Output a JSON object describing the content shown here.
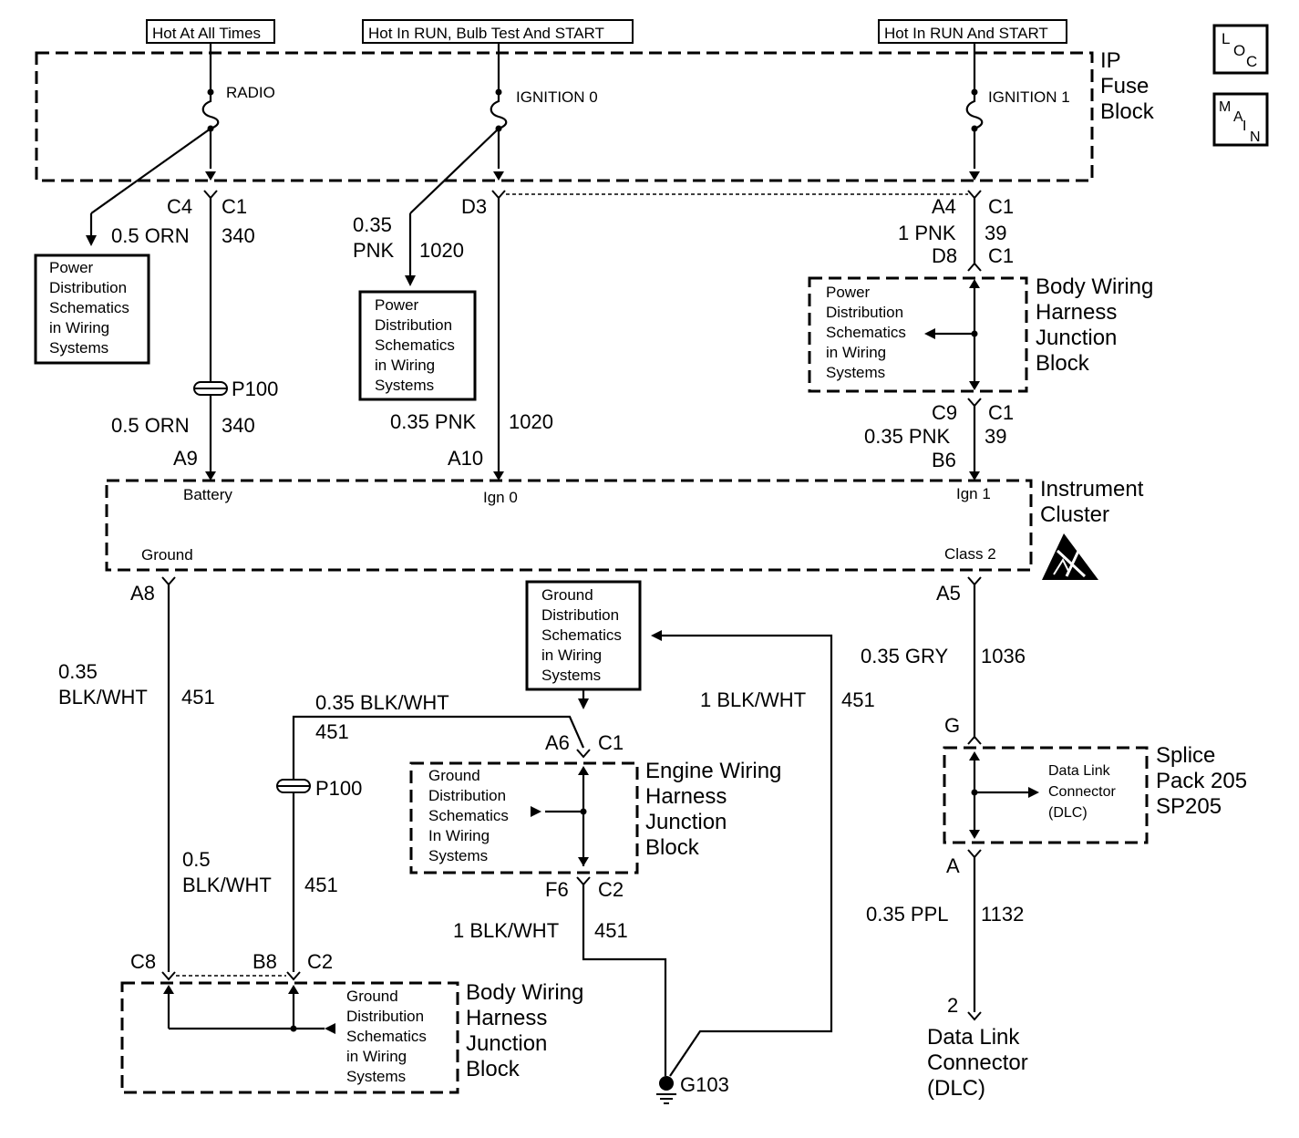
{
  "power_sources": {
    "hot_at_all_times": "Hot At All Times",
    "hot_run_bulb_start": "Hot In RUN, Bulb Test And START",
    "hot_run_start": "Hot In RUN And START"
  },
  "ip_fuse_block": {
    "title_line1": "IP",
    "title_line2": "Fuse",
    "title_line3": "Block",
    "fuse_radio": "RADIO",
    "fuse_ign0": "IGNITION 0",
    "fuse_ign1": "IGNITION 1"
  },
  "nav": {
    "loc": [
      "L",
      "O",
      "C"
    ],
    "main": [
      "M",
      "A",
      "I",
      "N"
    ]
  },
  "wires": {
    "c4": "C4",
    "c1_a": "C1",
    "w340_size": "0.5 ORN",
    "w340_num": "340",
    "d3": "D3",
    "w1020_size_a": "0.35",
    "w1020_size_b": "PNK",
    "w1020_num": "1020",
    "a4": "A4",
    "c1_b": "C1",
    "w39_size": "1 PNK",
    "w39_num": "39",
    "d8": "D8",
    "c1_c": "C1",
    "p100_a": "P100",
    "w340b_size": "0.5 ORN",
    "w340b_num": "340",
    "a9": "A9",
    "w1020b_size": "0.35 PNK",
    "w1020b_num": "1020",
    "a10": "A10",
    "c9": "C9",
    "c1_d": "C1",
    "w39b_size": "0.35 PNK",
    "w39b_num": "39",
    "b6": "B6",
    "a8": "A8",
    "w451a_size1": "0.35",
    "w451a_size2": "BLK/WHT",
    "w451a_num": "451",
    "w451b_size": "0.35 BLK/WHT",
    "w451b_num": "451",
    "a6": "A6",
    "c1_e": "C1",
    "p100_b": "P100",
    "w451c_size1": "0.5",
    "w451c_size2": "BLK/WHT",
    "w451c_num": "451",
    "f6": "F6",
    "c2_a": "C2",
    "w451d_size": "1 BLK/WHT",
    "w451d_num": "451",
    "w451e_size": "1 BLK/WHT",
    "w451e_num": "451",
    "c8": "C8",
    "b8": "B8",
    "c2_b": "C2",
    "a5": "A5",
    "w1036_size": "0.35 GRY",
    "w1036_num": "1036",
    "g": "G",
    "a": "A",
    "w1132_size": "0.35 PPL",
    "w1132_num": "1132",
    "pin2": "2",
    "g103": "G103"
  },
  "power_dist_left": [
    "Power",
    "Distribution",
    "Schematics",
    "in Wiring",
    "Systems"
  ],
  "power_dist_mid": [
    "Power",
    "Distribution",
    "Schematics",
    "in Wiring",
    "Systems"
  ],
  "power_dist_right": [
    "Power",
    "Distribution",
    "Schematics",
    "in Wiring",
    "Systems"
  ],
  "body_junction_top": [
    "Body Wiring",
    "Harness",
    "Junction",
    "Block"
  ],
  "instrument_cluster": {
    "title1": "Instrument",
    "title2": "Cluster",
    "battery": "Battery",
    "ign0": "Ign 0",
    "ign1": "Ign 1",
    "ground": "Ground",
    "class2": "Class 2"
  },
  "ground_dist_top": [
    "Ground",
    "Distribution",
    "Schematics",
    "in Wiring",
    "Systems"
  ],
  "ground_dist_engine": [
    "Ground",
    "Distribution",
    "Schematics",
    "In Wiring",
    "Systems"
  ],
  "engine_junction": [
    "Engine Wiring",
    "Harness",
    "Junction",
    "Block"
  ],
  "ground_dist_body": [
    "Ground",
    "Distribution",
    "Schematics",
    "in Wiring",
    "Systems"
  ],
  "body_junction_bottom": [
    "Body Wiring",
    "Harness",
    "Junction",
    "Block"
  ],
  "splice_pack": [
    "Splice",
    "Pack 205",
    "SP205"
  ],
  "dlc_inner": [
    "Data Link",
    "Connector",
    "(DLC)"
  ],
  "dlc_bottom": [
    "Data Link",
    "Connector",
    "(DLC)"
  ]
}
